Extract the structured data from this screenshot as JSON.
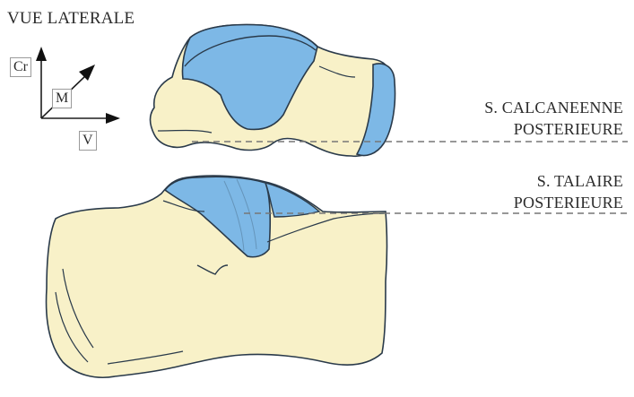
{
  "view_title": "VUE LATERALE",
  "axes": {
    "cranial": "Cr",
    "medial": "M",
    "ventral": "V"
  },
  "labels": {
    "calcaneal_surface_line1": "S. CALCANEENNE",
    "calcaneal_surface_line2": "POSTERIEURE",
    "talar_surface_line1": "S. TALAIRE",
    "talar_surface_line2": "POSTERIEURE"
  },
  "colors": {
    "bone_fill": "#f8f1c8",
    "articular_surface": "#7db8e6",
    "outline": "#2a3a4a",
    "leader_line": "#777777"
  }
}
